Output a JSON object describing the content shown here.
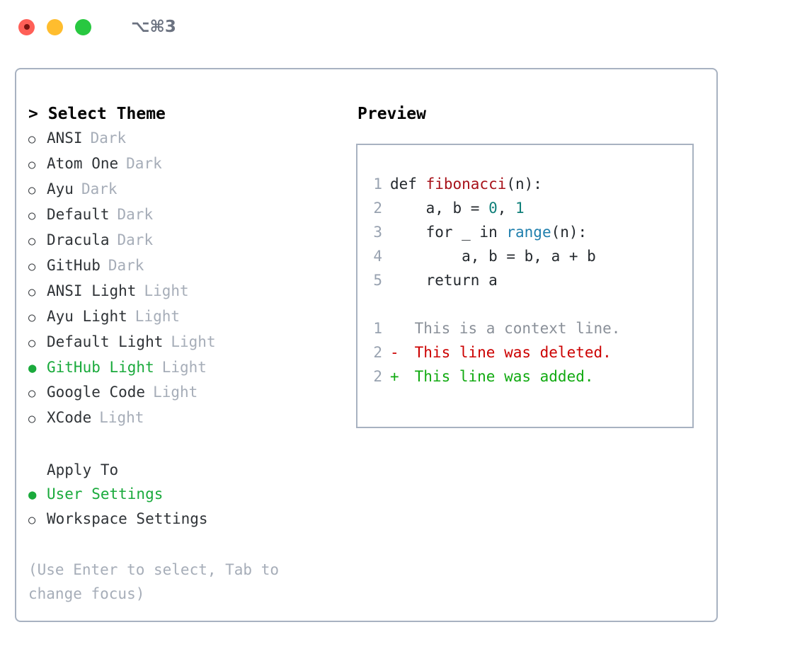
{
  "window": {
    "shortcut": "⌥⌘3",
    "lights": [
      "close-light",
      "minimize-light",
      "maximize-light"
    ]
  },
  "theme_picker": {
    "header": "Select Theme",
    "prompt": ">",
    "marker_selected": "●",
    "marker_unselected": "○",
    "items": [
      {
        "name": "ANSI",
        "variant": "Dark",
        "selected": false
      },
      {
        "name": "Atom One",
        "variant": "Dark",
        "selected": false
      },
      {
        "name": "Ayu",
        "variant": "Dark",
        "selected": false
      },
      {
        "name": "Default",
        "variant": "Dark",
        "selected": false
      },
      {
        "name": "Dracula",
        "variant": "Dark",
        "selected": false
      },
      {
        "name": "GitHub",
        "variant": "Dark",
        "selected": false
      },
      {
        "name": "ANSI Light",
        "variant": "Light",
        "selected": false
      },
      {
        "name": "Ayu Light",
        "variant": "Light",
        "selected": false
      },
      {
        "name": "Default Light",
        "variant": "Light",
        "selected": false
      },
      {
        "name": "GitHub Light",
        "variant": "Light",
        "selected": true
      },
      {
        "name": "Google Code",
        "variant": "Light",
        "selected": false
      },
      {
        "name": "XCode",
        "variant": "Light",
        "selected": false
      }
    ]
  },
  "apply_to": {
    "title": "Apply To",
    "items": [
      {
        "label": "User Settings",
        "selected": true
      },
      {
        "label": "Workspace Settings",
        "selected": false
      }
    ]
  },
  "hint": "(Use Enter to select, Tab to change focus)",
  "preview": {
    "title": "Preview",
    "code": [
      {
        "lno": "1",
        "parts": [
          {
            "t": "def ",
            "c": "plain"
          },
          {
            "t": "fibonacci",
            "c": "fn"
          },
          {
            "t": "(n):",
            "c": "plain"
          }
        ]
      },
      {
        "lno": "2",
        "parts": [
          {
            "t": "    a, b = ",
            "c": "plain"
          },
          {
            "t": "0",
            "c": "num"
          },
          {
            "t": ", ",
            "c": "plain"
          },
          {
            "t": "1",
            "c": "num"
          }
        ]
      },
      {
        "lno": "3",
        "parts": [
          {
            "t": "    for _ in ",
            "c": "plain"
          },
          {
            "t": "range",
            "c": "kw"
          },
          {
            "t": "(n):",
            "c": "plain"
          }
        ]
      },
      {
        "lno": "4",
        "parts": [
          {
            "t": "        a, b = b, a + b",
            "c": "plain"
          }
        ]
      },
      {
        "lno": "5",
        "parts": [
          {
            "t": "    return a",
            "c": "plain"
          }
        ]
      }
    ],
    "diff": [
      {
        "lno": "1",
        "mark": " ",
        "text": " This is a context line.",
        "kind": "context"
      },
      {
        "lno": "2",
        "mark": "-",
        "text": " This line was deleted.",
        "kind": "del"
      },
      {
        "lno": "2",
        "mark": "+",
        "text": " This line was added.",
        "kind": "add"
      }
    ]
  },
  "colors": {
    "accent_green": "#1aaa3c",
    "border": "#a8b2c1",
    "muted": "#a6adb8",
    "line_number": "#98a2b0",
    "fn": "#a7121a",
    "keyword": "#1f7fad",
    "number": "#0f7f79",
    "diff_add": "#11aa11",
    "diff_del": "#cc0000"
  }
}
